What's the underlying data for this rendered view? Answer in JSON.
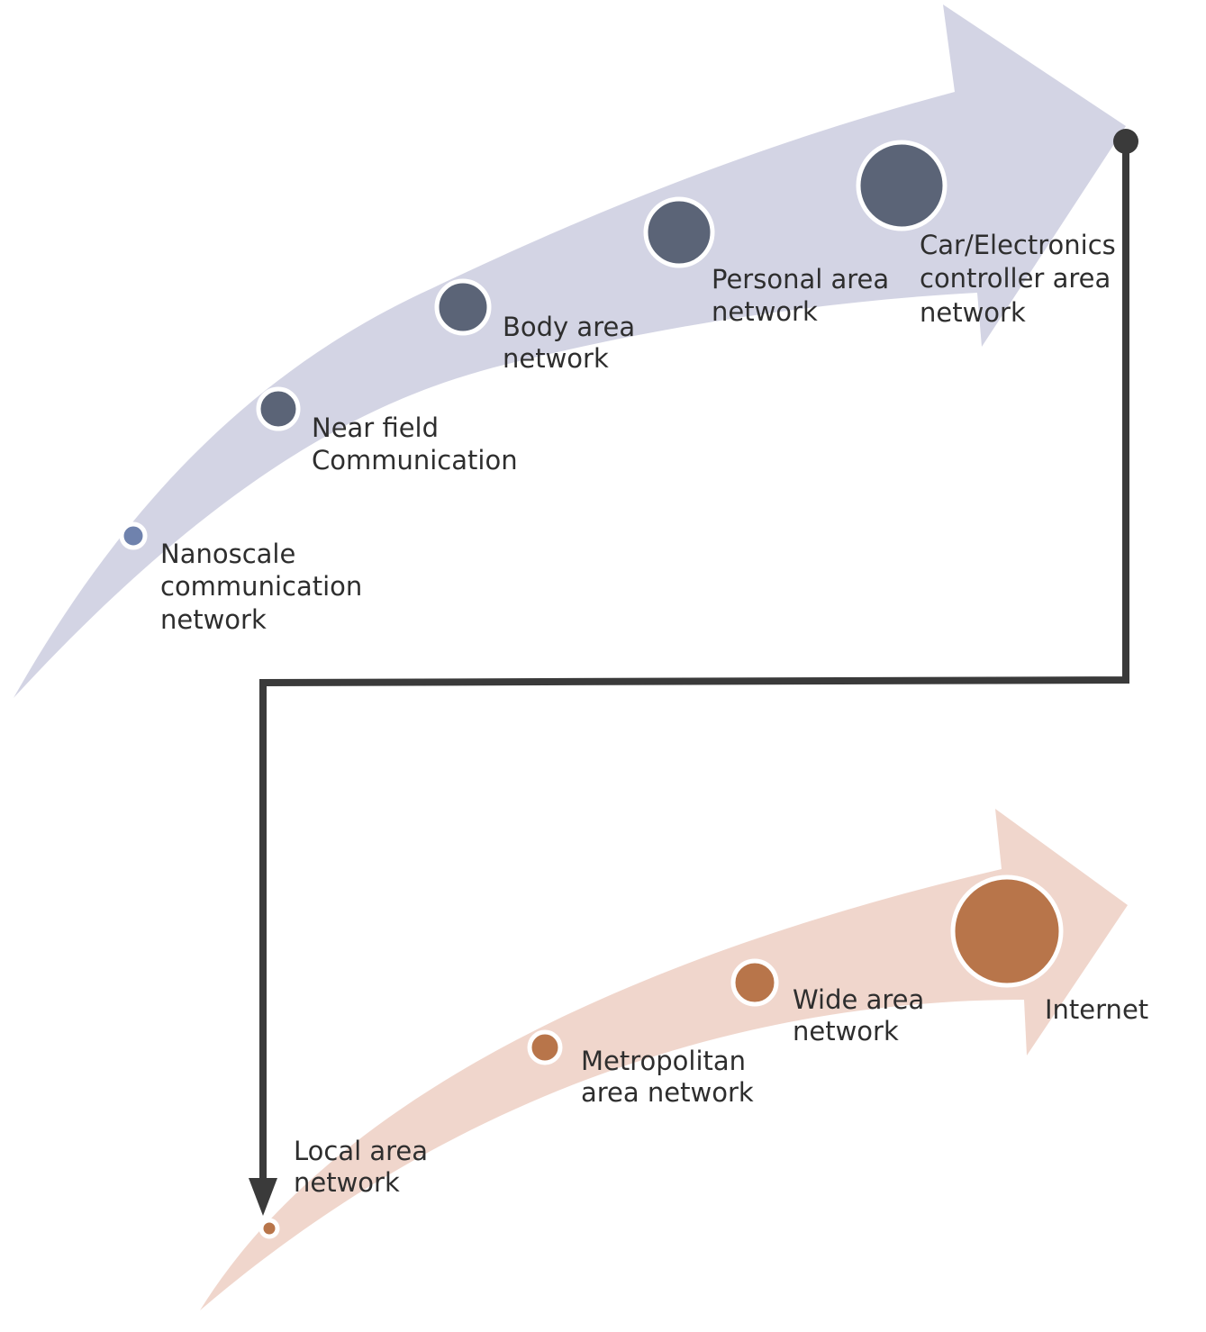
{
  "colors": {
    "upper_arrow": "#d3d4e4",
    "upper_node": "#5b6477",
    "upper_node_first": "#6f82ad",
    "lower_arrow": "#f0d6cc",
    "lower_node": "#b8754a",
    "connector": "#3a3a3a",
    "label_text": "#2e2e2e"
  },
  "upper_nodes": [
    {
      "lines": [
        "Nanoscale",
        "communication",
        "network"
      ]
    },
    {
      "lines": [
        "Near field",
        "Communication"
      ]
    },
    {
      "lines": [
        "Body area",
        "network"
      ]
    },
    {
      "lines": [
        "Personal area",
        "network"
      ]
    },
    {
      "lines": [
        "Car/Electronics",
        "controller area",
        "network"
      ]
    }
  ],
  "lower_nodes": [
    {
      "lines": [
        "Local area",
        "network"
      ]
    },
    {
      "lines": [
        "Metropolitan",
        "area network"
      ]
    },
    {
      "lines": [
        "Wide area",
        "network"
      ]
    },
    {
      "lines": [
        "Internet"
      ]
    }
  ]
}
